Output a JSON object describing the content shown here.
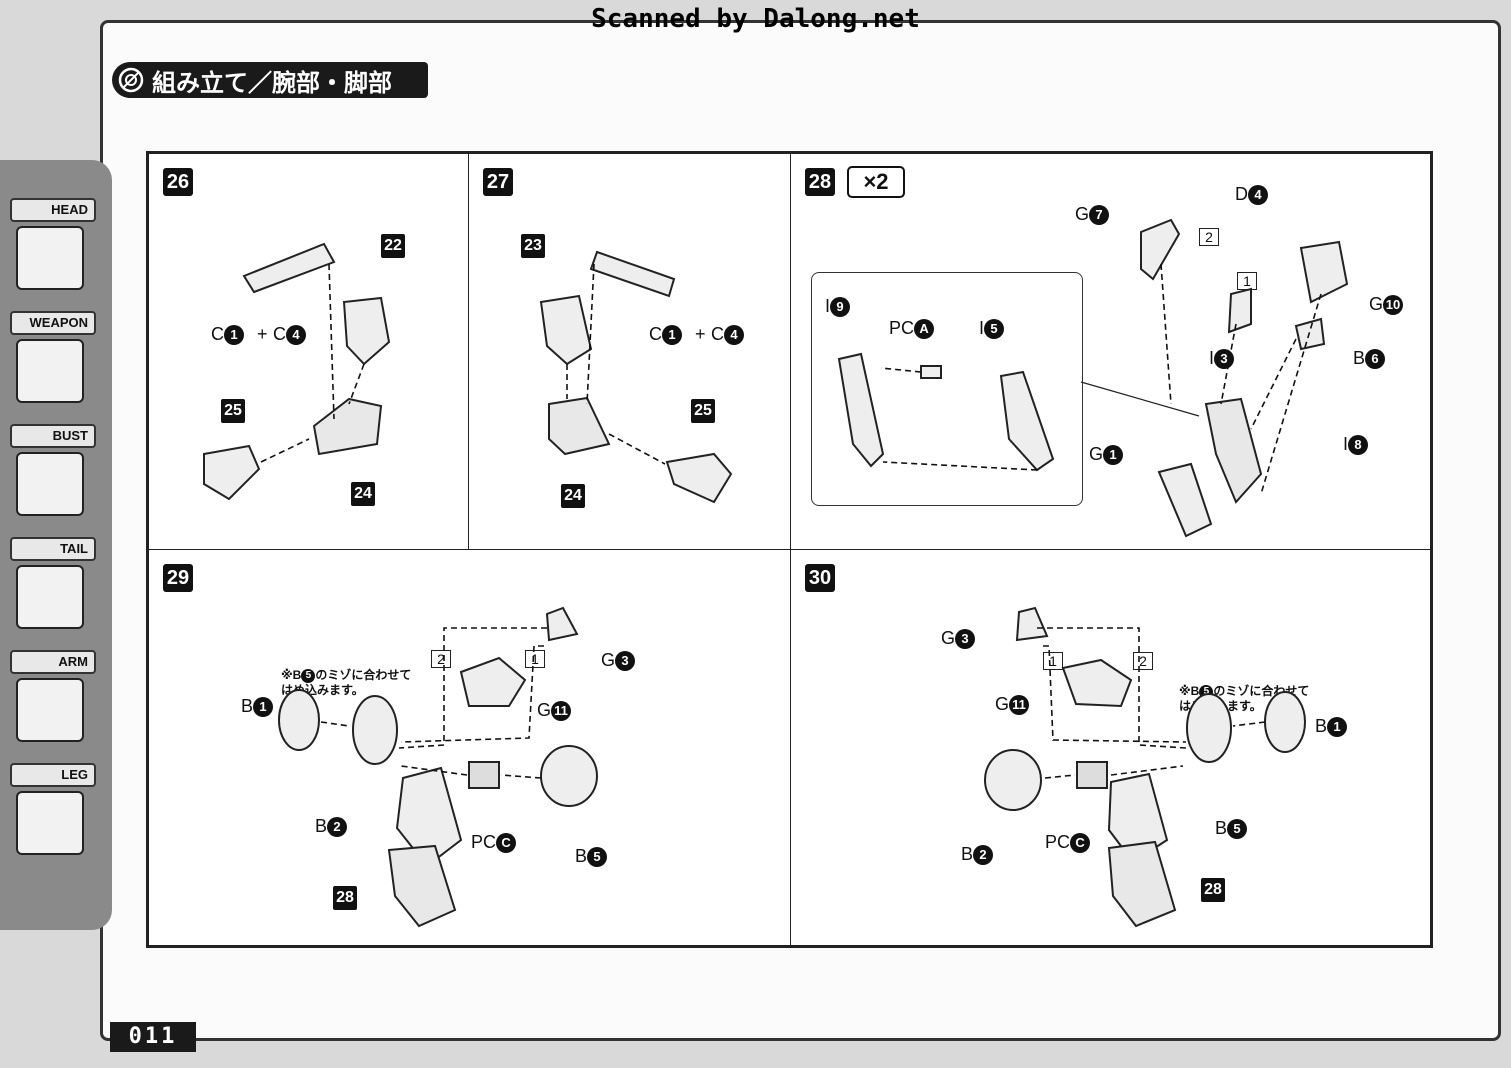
{
  "header": {
    "scan_credit": "Scanned by Dalong.net",
    "section_title": "組み立て／腕部・脚部"
  },
  "sidebar": {
    "categories": [
      {
        "label": "HEAD"
      },
      {
        "label": "WEAPON"
      },
      {
        "label": "BUST"
      },
      {
        "label": "TAIL"
      },
      {
        "label": "ARM"
      },
      {
        "label": "LEG"
      }
    ]
  },
  "steps": {
    "s26": {
      "num": "26",
      "c1": "C",
      "c1n": "1",
      "plus": "+",
      "c4": "C",
      "c4n": "4",
      "t22": "22",
      "t25": "25",
      "t24": "24"
    },
    "s27": {
      "num": "27",
      "t23": "23",
      "c1": "C",
      "c1n": "1",
      "plus": "+",
      "c4": "C",
      "c4n": "4",
      "t25": "25",
      "t24": "24"
    },
    "s28": {
      "num": "28",
      "mult": "×2",
      "g7": "G",
      "g7n": "7",
      "d4": "D",
      "d4n": "4",
      "n2": "2",
      "n1": "1",
      "g10": "G",
      "g10n": "10",
      "i3": "I",
      "i3n": "3",
      "b6": "B",
      "b6n": "6",
      "i9": "I",
      "i9n": "9",
      "pca": "PC",
      "pcan": "A",
      "i5": "I",
      "i5n": "5",
      "g1": "G",
      "g1n": "1",
      "i8": "I",
      "i8n": "8"
    },
    "s29": {
      "num": "29",
      "note1": "※B",
      "note1n": "5",
      "note2": "のミゾに合わせて",
      "note3": "はめ込みます。",
      "b1": "B",
      "b1n": "1",
      "g3": "G",
      "g3n": "3",
      "g11": "G",
      "g11n": "11",
      "n2": "2",
      "n1": "1",
      "b2": "B",
      "b2n": "2",
      "pcc": "PC",
      "pccn": "C",
      "b5": "B",
      "b5n": "5",
      "t28": "28"
    },
    "s30": {
      "num": "30",
      "g3": "G",
      "g3n": "3",
      "n1": "1",
      "n2": "2",
      "g11": "G",
      "g11n": "11",
      "note1": "※B",
      "note1n": "5",
      "note2": "のミゾに合わせて",
      "note3": "はめ込みます。",
      "b1": "B",
      "b1n": "1",
      "b2": "B",
      "b2n": "2",
      "pcc": "PC",
      "pccn": "C",
      "b5": "B",
      "b5n": "5",
      "t28": "28"
    }
  },
  "footer": {
    "page_number": "011"
  }
}
